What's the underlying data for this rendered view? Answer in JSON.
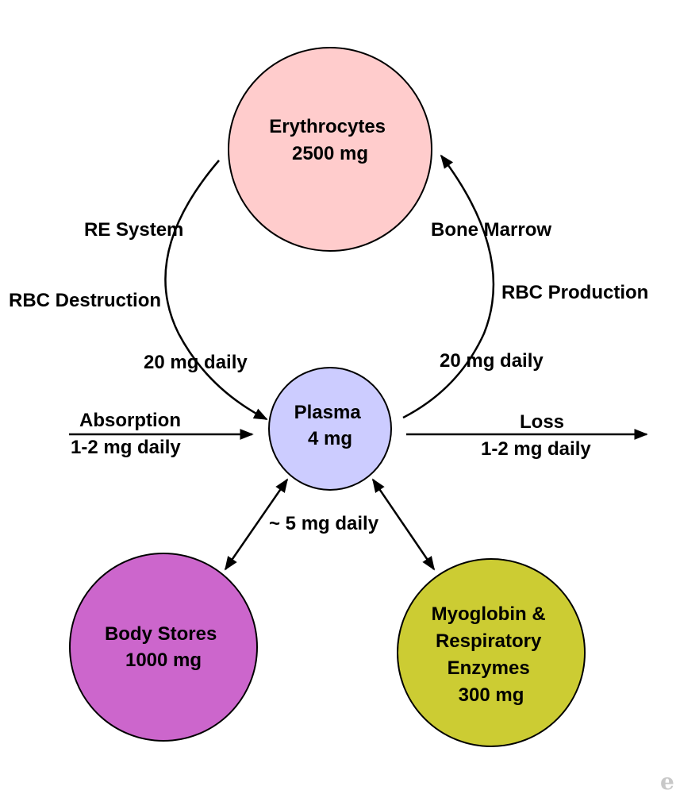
{
  "nodes": {
    "erythrocytes": {
      "lines": [
        "Erythrocytes",
        "2500 mg"
      ],
      "color": "#ffcccc"
    },
    "plasma": {
      "lines": [
        "Plasma",
        "4 mg"
      ],
      "color": "#ccccff"
    },
    "body_stores": {
      "lines": [
        "Body Stores",
        "1000 mg"
      ],
      "color": "#cc66cc"
    },
    "myoglobin": {
      "lines": [
        "Myoglobin &",
        "Respiratory",
        "Enzymes",
        "300 mg"
      ],
      "color": "#cccc33"
    }
  },
  "edges": {
    "destruction": {
      "label1": "RE System",
      "label2": "RBC Destruction",
      "label3": "20 mg daily"
    },
    "production": {
      "label1": "Bone Marrow",
      "label2": "RBC Production",
      "label3": "20 mg daily"
    },
    "absorption": {
      "label1": "Absorption",
      "label2": "1-2 mg daily"
    },
    "loss": {
      "label1": "Loss",
      "label2": "1-2 mg daily"
    },
    "exchange": {
      "label": "~ 5 mg daily"
    }
  },
  "watermark": {
    "glyph": "e"
  }
}
